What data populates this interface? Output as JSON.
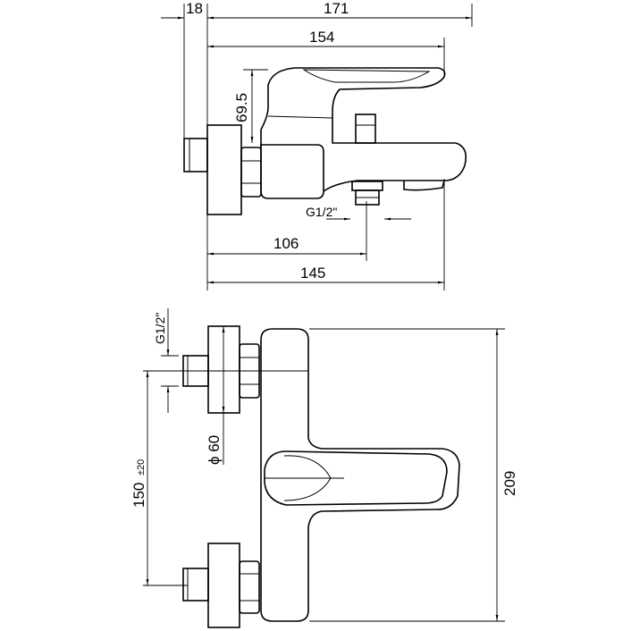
{
  "top_view": {
    "dim_wall_offset": "18",
    "dim_total_length": "171",
    "dim_spout_length": "154",
    "dim_height": "69.5",
    "dim_outlet_thread": "G1/2\"",
    "dim_outlet_position": "106",
    "dim_body_length": "145"
  },
  "front_view": {
    "dim_inlet_thread": "G1/2\"",
    "dim_flange_diameter": "ϕ 60",
    "dim_inlet_spacing": "150",
    "dim_inlet_spacing_tolerance": "±20",
    "dim_total_height": "209"
  },
  "colors": {
    "line": "#000000",
    "background": "#ffffff"
  }
}
